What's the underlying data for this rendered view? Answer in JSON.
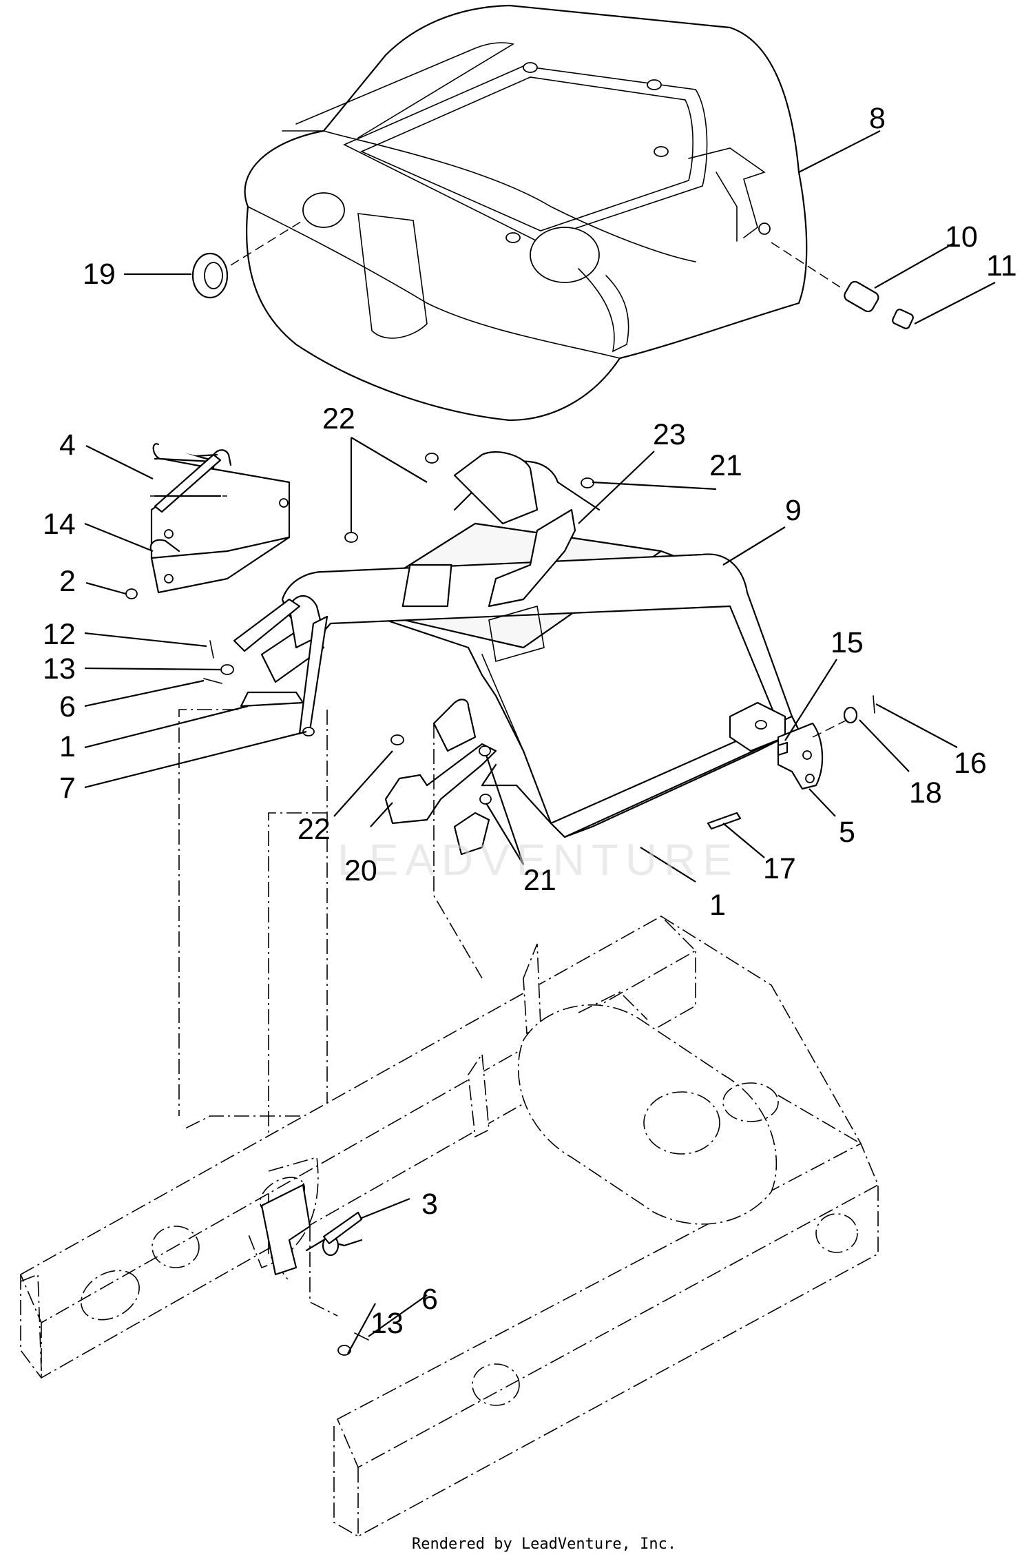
{
  "callouts": [
    {
      "id": "c19",
      "label": "19"
    },
    {
      "id": "c8",
      "label": "8"
    },
    {
      "id": "c10",
      "label": "10"
    },
    {
      "id": "c11",
      "label": "11"
    },
    {
      "id": "c4",
      "label": "4"
    },
    {
      "id": "c14",
      "label": "14"
    },
    {
      "id": "c2",
      "label": "2"
    },
    {
      "id": "c12",
      "label": "12"
    },
    {
      "id": "c13a",
      "label": "13"
    },
    {
      "id": "c6a",
      "label": "6"
    },
    {
      "id": "c1a",
      "label": "1"
    },
    {
      "id": "c7",
      "label": "7"
    },
    {
      "id": "c22a",
      "label": "22"
    },
    {
      "id": "c23",
      "label": "23"
    },
    {
      "id": "c21a",
      "label": "21"
    },
    {
      "id": "c9",
      "label": "9"
    },
    {
      "id": "c15",
      "label": "15"
    },
    {
      "id": "c16",
      "label": "16"
    },
    {
      "id": "c18",
      "label": "18"
    },
    {
      "id": "c5",
      "label": "5"
    },
    {
      "id": "c17",
      "label": "17"
    },
    {
      "id": "c1b",
      "label": "1"
    },
    {
      "id": "c22b",
      "label": "22"
    },
    {
      "id": "c20",
      "label": "20"
    },
    {
      "id": "c21b",
      "label": "21"
    },
    {
      "id": "c3",
      "label": "3"
    },
    {
      "id": "c6b",
      "label": "6"
    },
    {
      "id": "c13b",
      "label": "13"
    }
  ],
  "watermark": "LEADVENTURE",
  "footer": "Rendered by LeadVenture, Inc."
}
